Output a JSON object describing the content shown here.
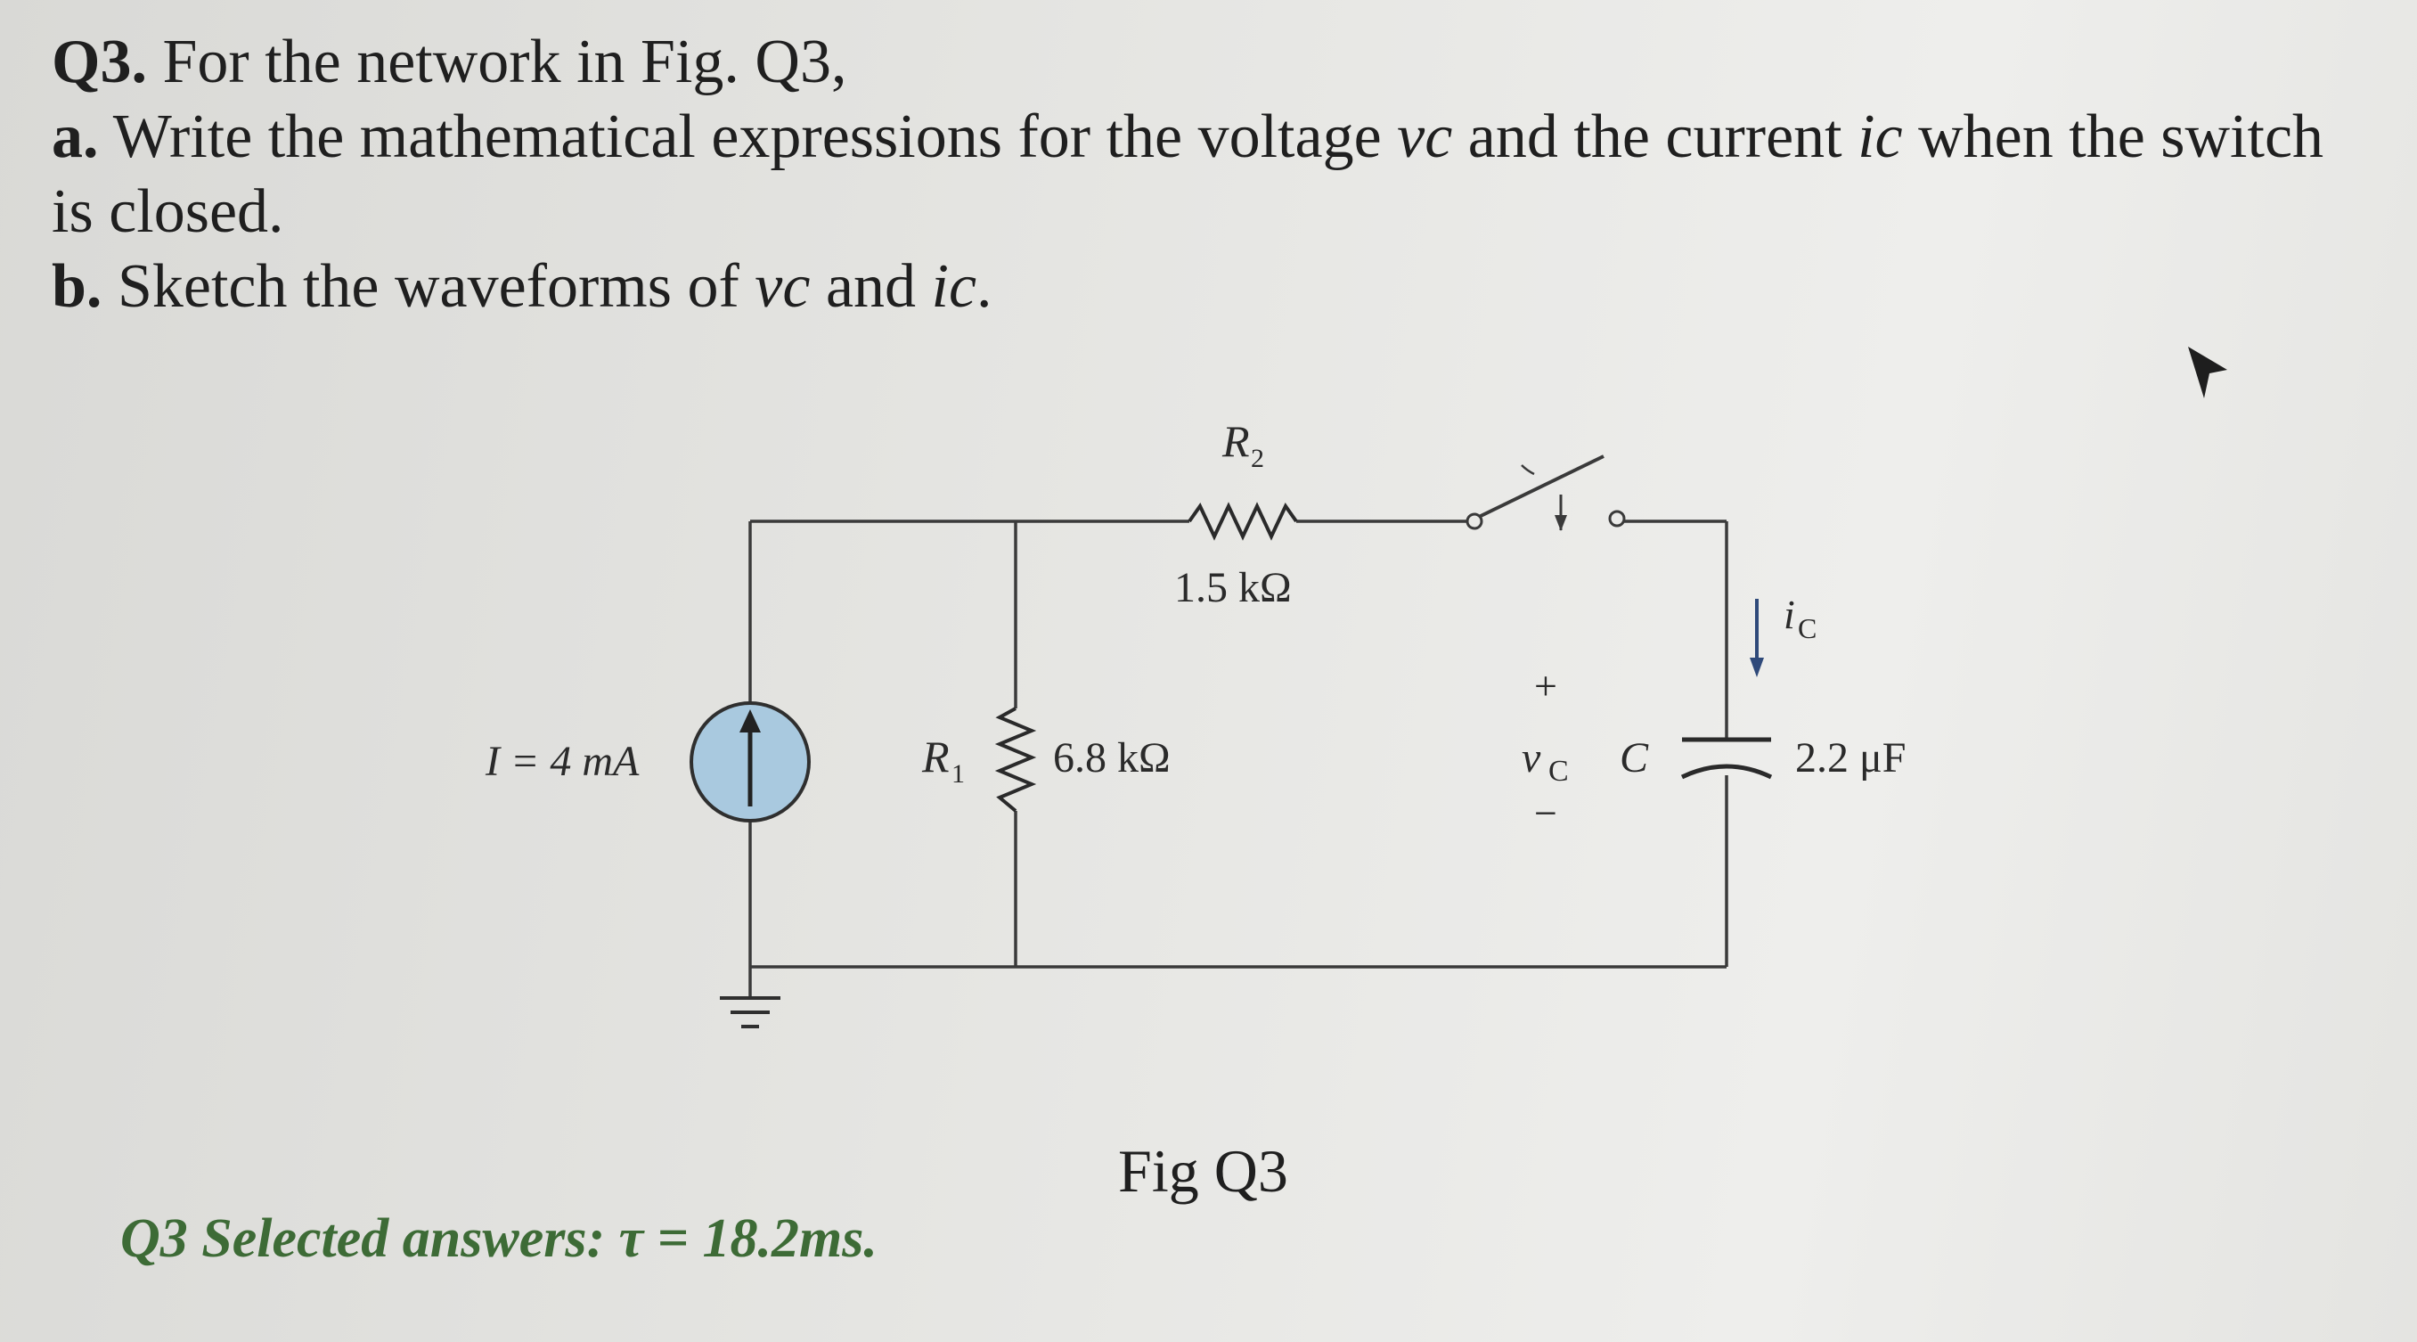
{
  "question": {
    "number": "Q3.",
    "intro": "For the network in Fig. Q3,",
    "part_a_label": "a.",
    "part_a_text_1": "Write the mathematical expressions for the voltage",
    "var_vc": "vc",
    "part_a_text_2": "and the current",
    "var_ic": "ic",
    "part_a_text_3": "when the switch",
    "part_a_text_4": "is closed.",
    "part_b_label": "b.",
    "part_b_text_1": "Sketch the waveforms of",
    "part_b_and": "and",
    "part_b_end": "."
  },
  "circuit": {
    "source_label": "I = 4 mA",
    "r1_name": "R",
    "r1_sub": "1",
    "r1_value": "6.8 kΩ",
    "r2_name": "R",
    "r2_sub": "2",
    "r2_value": "1.5 kΩ",
    "cap_name": "C",
    "cap_value": "2.2 μF",
    "vc_label": "v",
    "vc_sub": "C",
    "ic_label": "i",
    "ic_sub": "C",
    "plus": "+",
    "minus": "−"
  },
  "caption": "Fig Q3",
  "answer": "Q3 Selected answers: τ = 18.2ms."
}
